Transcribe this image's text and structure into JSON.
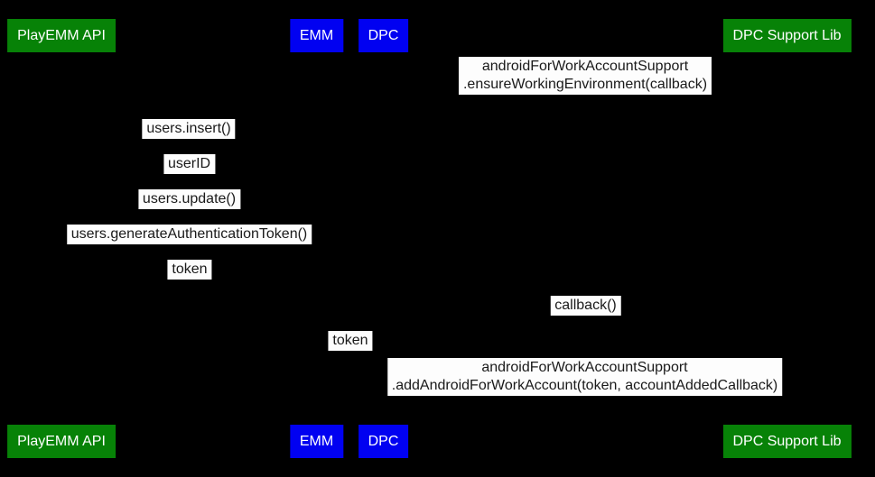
{
  "diagram": {
    "type": "sequence-diagram",
    "colors": {
      "background": "#000000",
      "actor_green": "#078207",
      "actor_blue": "#0101f1",
      "label_background": "#fdfdfd",
      "label_text": "#1a1a1a",
      "actor_text": "#ffffff"
    },
    "actors_top": [
      {
        "label": "PlayEMM API",
        "color": "green"
      },
      {
        "label": "EMM",
        "color": "blue"
      },
      {
        "label": "DPC",
        "color": "blue"
      },
      {
        "label": "DPC Support Lib",
        "color": "green"
      }
    ],
    "actors_bottom": [
      {
        "label": "PlayEMM API",
        "color": "green"
      },
      {
        "label": "EMM",
        "color": "blue"
      },
      {
        "label": "DPC",
        "color": "blue"
      },
      {
        "label": "DPC Support Lib",
        "color": "green"
      }
    ],
    "messages": [
      {
        "line1": "androidForWorkAccountSupport",
        "line2": ".ensureWorkingEnvironment(callback)"
      },
      {
        "text": "users.insert()"
      },
      {
        "text": "userID"
      },
      {
        "text": "users.update()"
      },
      {
        "text": "users.generateAuthenticationToken()"
      },
      {
        "text": "token"
      },
      {
        "text": "callback()"
      },
      {
        "text": "token"
      },
      {
        "line1": "androidForWorkAccountSupport",
        "line2": ".addAndroidForWorkAccount(token, accountAddedCallback)"
      }
    ]
  }
}
